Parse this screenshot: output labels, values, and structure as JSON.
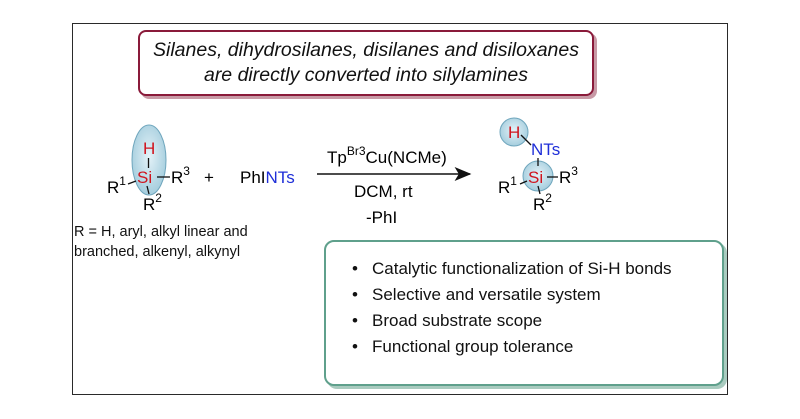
{
  "headline": {
    "line1": "Silanes, dihydrosilanes, disilanes and disiloxanes",
    "line2": "are directly converted into silylamines"
  },
  "reactant": {
    "h": "H",
    "si": "Si",
    "r": "R",
    "r1_sup": "1",
    "r2_sup": "2",
    "r3_sup": "3"
  },
  "plus": "+",
  "reagent": {
    "phi": "PhI",
    "nts": "NTs"
  },
  "arrow": {
    "catalyst_tp": "Tp",
    "catalyst_sup": "Br3",
    "catalyst_rest": "Cu(NCMe)",
    "conditions": "DCM, rt",
    "byproduct": "-PhI"
  },
  "product": {
    "h": "H",
    "nts": "NTs",
    "si": "Si",
    "r": "R",
    "r1_sup": "1",
    "r2_sup": "2",
    "r3_sup": "3"
  },
  "r_definition": {
    "line1": "R = H, aryl, alkyl linear and",
    "line2": "branched, alkenyl, alkynyl"
  },
  "features": {
    "items": [
      "Catalytic functionalization of Si-H bonds",
      "Selective and versatile system",
      "Broad substrate scope",
      "Functional group tolerance"
    ]
  },
  "colors": {
    "heteroatom_red": "#d0141e",
    "nitrogen_blue": "#1f2fd8",
    "highlight_blue": "#b9dbe8",
    "headline_border": "#8a1a3a",
    "features_border": "#5fa08c"
  }
}
